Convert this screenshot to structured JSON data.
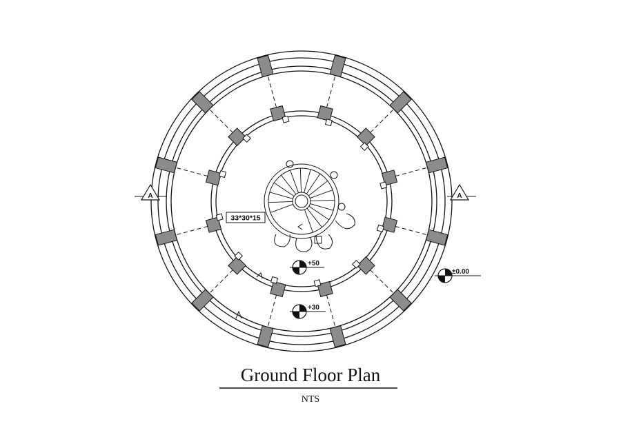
{
  "drawing": {
    "title": "Ground Floor Plan",
    "scale_note": "NTS",
    "stair_dimension": "33*30*15",
    "section_marker": "A",
    "levels": {
      "inner": "+50",
      "middle": "+30",
      "outer": "±0.00"
    }
  },
  "colors": {
    "line": "#111111",
    "column_fill": "#8c8c8c",
    "background": "#ffffff"
  }
}
